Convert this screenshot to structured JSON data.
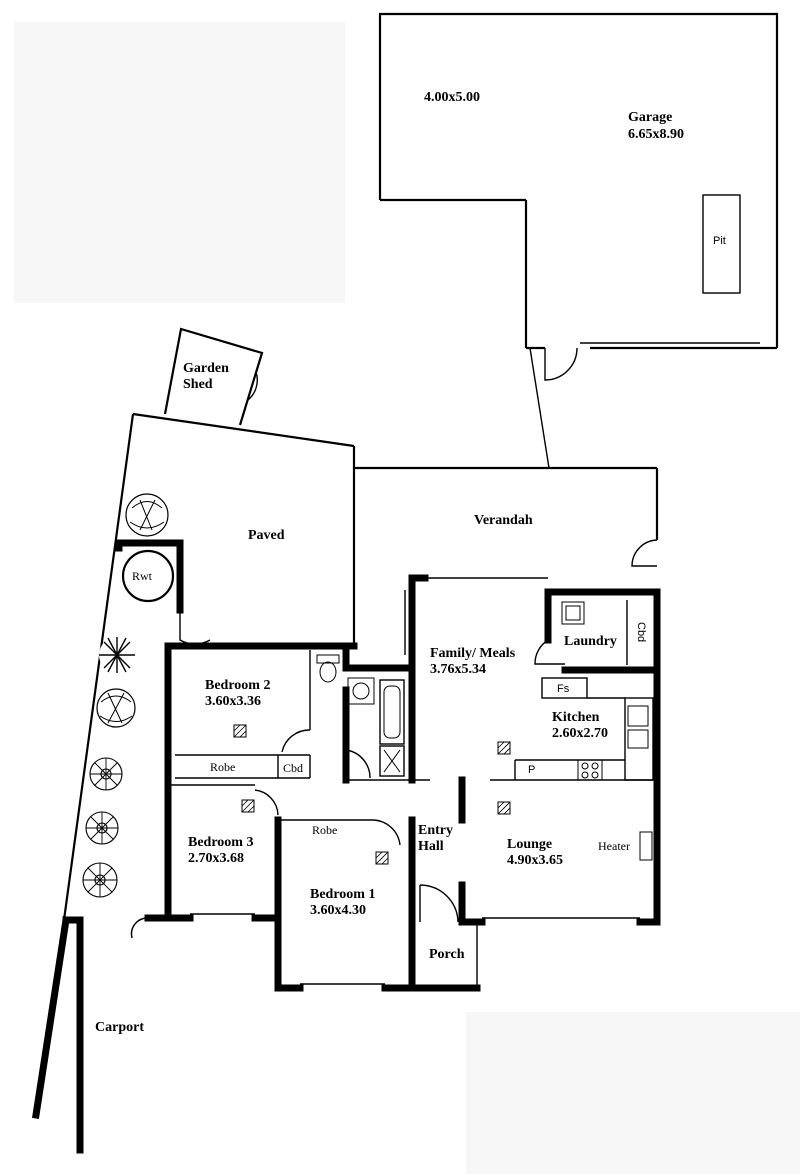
{
  "rooms": {
    "block_dim": "4.00x5.00",
    "garage_name": "Garage",
    "garage_dim": "6.65x8.90",
    "pit": "Pit",
    "garden_shed_1": "Garden",
    "garden_shed_2": "Shed",
    "paved": "Paved",
    "verandah": "Verandah",
    "rwt": "Rwt",
    "family_name": "Family/ Meals",
    "family_dim": "3.76x5.34",
    "laundry": "Laundry",
    "laundry_cbd": "Cbd",
    "fs": "Fs",
    "kitchen_name": "Kitchen",
    "kitchen_dim": "2.60x2.70",
    "pantry": "P",
    "bedroom2_name": "Bedroom 2",
    "bedroom2_dim": "3.60x3.36",
    "robe2": "Robe",
    "hall_cbd": "Cbd",
    "bedroom3_name": "Bedroom 3",
    "bedroom3_dim": "2.70x3.68",
    "robe1": "Robe",
    "bedroom1_name": "Bedroom 1",
    "bedroom1_dim": "3.60x4.30",
    "entry_1": "Entry",
    "entry_2": "Hall",
    "lounge_name": "Lounge",
    "lounge_dim": "4.90x3.65",
    "heater": "Heater",
    "porch": "Porch",
    "carport": "Carport"
  }
}
